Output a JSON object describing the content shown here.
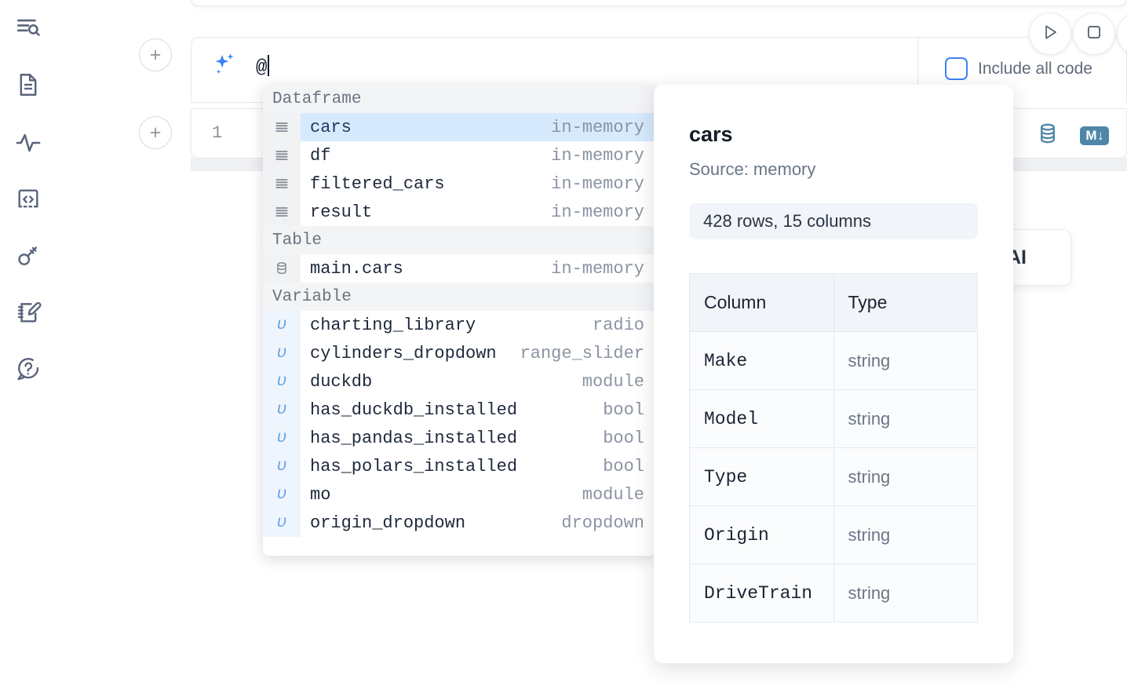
{
  "sidebar": {
    "items": [
      {
        "name": "explore-outline-icon",
        "label": "Outline"
      },
      {
        "name": "file-icon",
        "label": "File explorer"
      },
      {
        "name": "activity-icon",
        "label": "Runtime activity"
      },
      {
        "name": "snippets-icon",
        "label": "Snippets"
      },
      {
        "name": "secrets-key-icon",
        "label": "Secrets"
      },
      {
        "name": "scratchpad-icon",
        "label": "Scratchpad"
      },
      {
        "name": "help-icon",
        "label": "Help"
      }
    ]
  },
  "prompt": {
    "icon": "sparkle-ai-icon",
    "value": "@",
    "include_all_code_label": "Include all code",
    "include_all_code_checked": false,
    "run_button": "run-cell-button",
    "stop_button": "stop-cell-button"
  },
  "cell": {
    "line_number": "1",
    "database_icon": "database-icon",
    "markdown_badge": "M",
    "markdown_badge_arrow": "↓"
  },
  "ai_panel": {
    "label": "AI"
  },
  "autocomplete": {
    "groups": [
      {
        "label": "Dataframe",
        "items": [
          {
            "icon": "dataframe-icon",
            "name": "cars",
            "type": "in-memory",
            "selected": true
          },
          {
            "icon": "dataframe-icon",
            "name": "df",
            "type": "in-memory",
            "selected": false
          },
          {
            "icon": "dataframe-icon",
            "name": "filtered_cars",
            "type": "in-memory",
            "selected": false
          },
          {
            "icon": "dataframe-icon",
            "name": "result",
            "type": "in-memory",
            "selected": false
          }
        ]
      },
      {
        "label": "Table",
        "items": [
          {
            "icon": "table-database-icon",
            "name": "main.cars",
            "type": "in-memory",
            "selected": false
          }
        ]
      },
      {
        "label": "Variable",
        "items": [
          {
            "icon": "variable-icon",
            "name": "charting_library",
            "type": "radio",
            "selected": false
          },
          {
            "icon": "variable-icon",
            "name": "cylinders_dropdown",
            "type": "range_slider",
            "selected": false
          },
          {
            "icon": "variable-icon",
            "name": "duckdb",
            "type": "module",
            "selected": false
          },
          {
            "icon": "variable-icon",
            "name": "has_duckdb_installed",
            "type": "bool",
            "selected": false
          },
          {
            "icon": "variable-icon",
            "name": "has_pandas_installed",
            "type": "bool",
            "selected": false
          },
          {
            "icon": "variable-icon",
            "name": "has_polars_installed",
            "type": "bool",
            "selected": false
          },
          {
            "icon": "variable-icon",
            "name": "mo",
            "type": "module",
            "selected": false
          },
          {
            "icon": "variable-icon",
            "name": "origin_dropdown",
            "type": "dropdown",
            "selected": false
          }
        ]
      }
    ],
    "variable_glyph": "υ"
  },
  "detail": {
    "title": "cars",
    "source": "Source: memory",
    "shape": "428 rows, 15 columns",
    "table": {
      "headers": [
        "Column",
        "Type"
      ],
      "rows": [
        [
          "Make",
          "string"
        ],
        [
          "Model",
          "string"
        ],
        [
          "Type",
          "string"
        ],
        [
          "Origin",
          "string"
        ],
        [
          "DriveTrain",
          "string"
        ]
      ]
    }
  },
  "colors": {
    "accent_blue": "#3b82f6",
    "selection_blue": "#d7e9fc",
    "db_icon": "#4f86a8",
    "muted_text": "#8b94a3"
  }
}
